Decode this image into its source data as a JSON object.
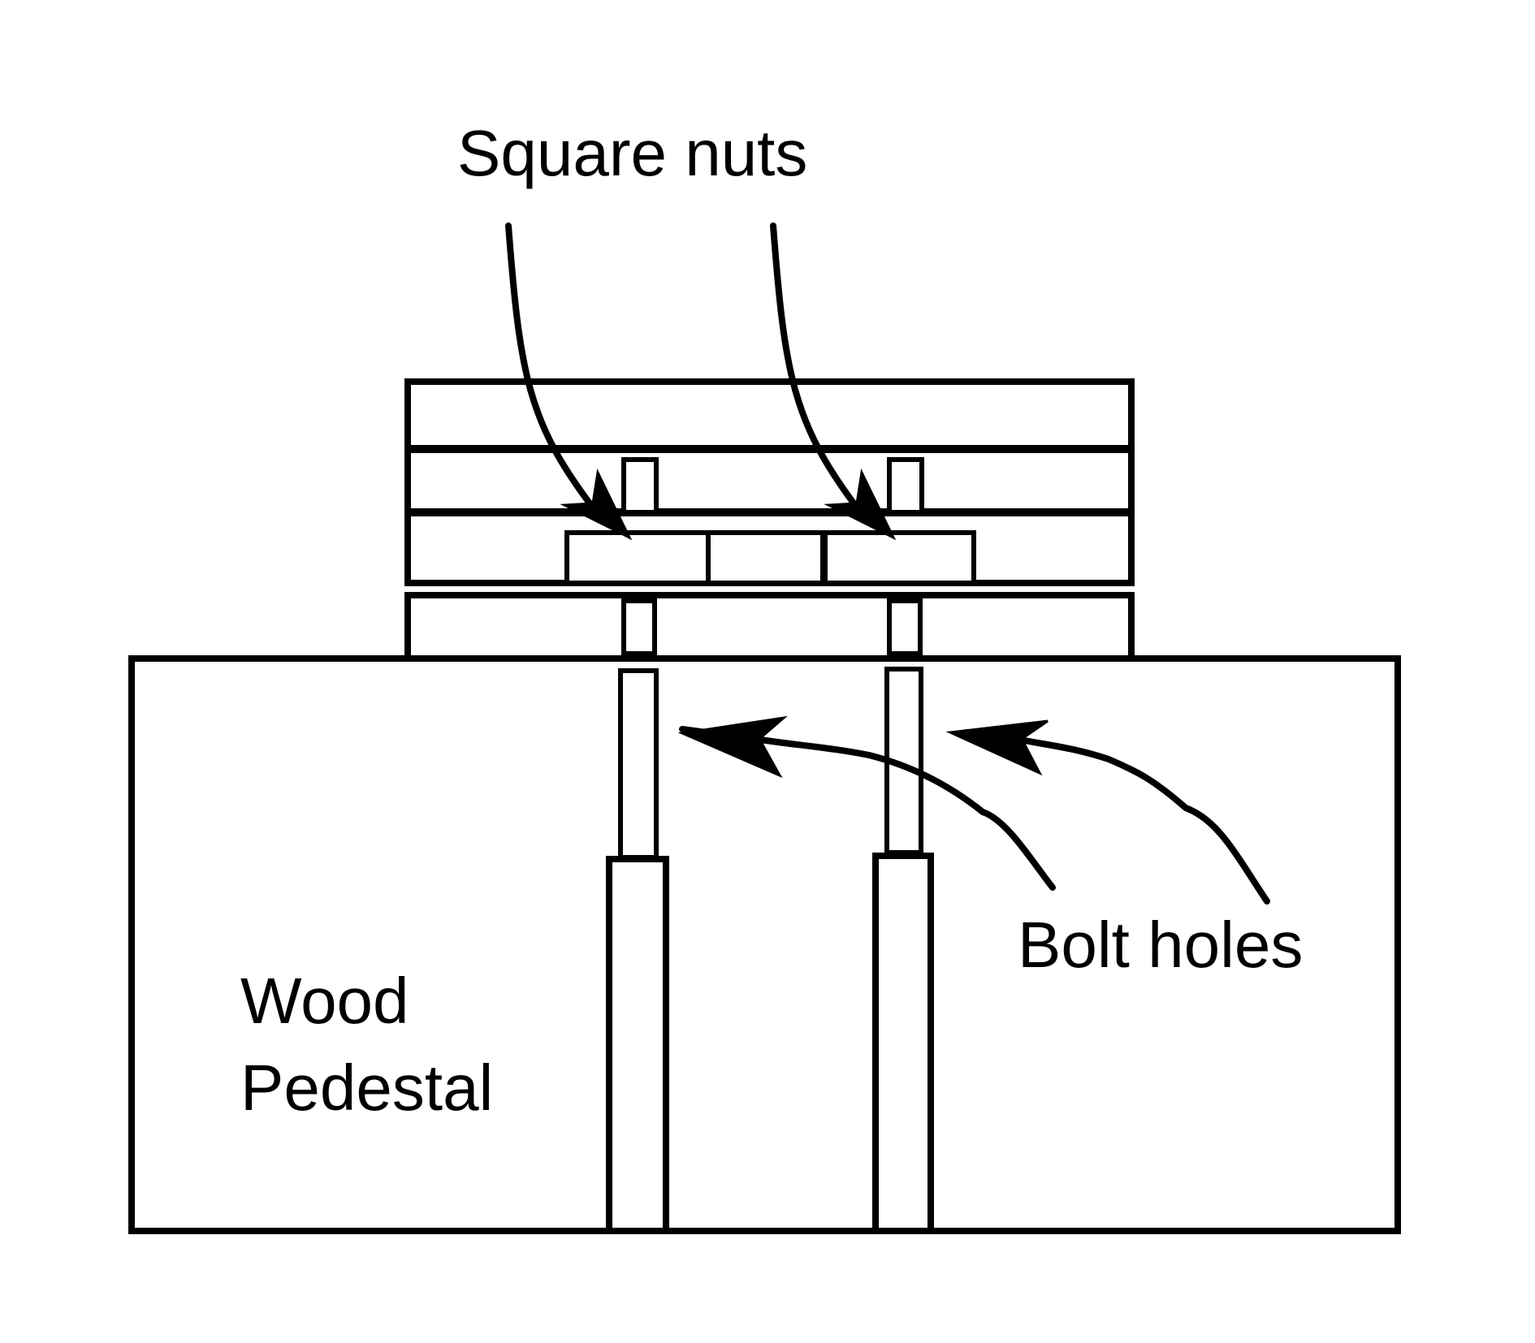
{
  "labels": {
    "square_nuts": "Square nuts",
    "bolt_holes": "Bolt holes",
    "wood": "Wood",
    "pedestal": "Pedestal"
  },
  "colors": {
    "stroke": "#000000",
    "background": "#ffffff"
  }
}
